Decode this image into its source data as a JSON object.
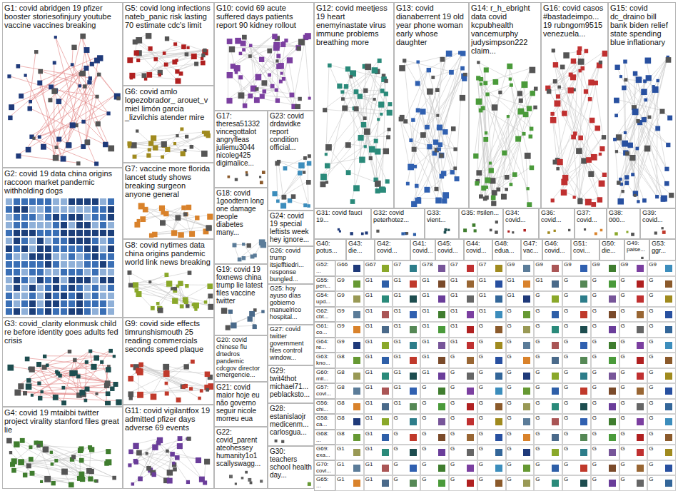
{
  "diagram": {
    "nodes": [
      {
        "text": [
          "G1: covid abridgen 19 pfizer booster storiesofinjury youtube vaccine vaccines breaking"
        ]
      },
      {
        "text": [
          "G2: covid 19 data china origins raccoon market pandemic withholding dogs"
        ]
      },
      {
        "text": [
          "G3: covid_clarity elonmusk child re before identity goes adults fed crisis"
        ]
      },
      {
        "text": [
          "G4: covid 19 mtaibbi twitter project virality stanford files great lie"
        ]
      },
      {
        "text": [
          "G5: covid long infections nateb_panic risk lasting 70 estimate cdc's limit"
        ]
      },
      {
        "text": [
          "G6: covid amlo lopezobrador_ arouet_v miel limón garcia _lizvilchis atender mire"
        ]
      },
      {
        "text": [
          "G7: vaccine more florida lancet study shows breaking surgeon anyone general"
        ]
      },
      {
        "text": [
          "G8: covid nytimes data china origins pandemic world link news breaking"
        ]
      },
      {
        "text": [
          "G9: covid side effects timrunshismouth 25 reading commercials seconds speed plaque"
        ]
      },
      {
        "text": [
          "G11: covid vigilantfox 19 admitted pfizer days adverse 69 events"
        ]
      },
      {
        "text": [
          "G10: covid 69 acute suffered days patients report 90 kidney rollout"
        ]
      },
      {
        "text": [
          "G17: theresa51332 vincegottalot angryfleas juliemu3044 nicoleg425 digimalice..."
        ]
      },
      {
        "text": [
          "G18: covid 1goodtern long one damage people diabetes many..."
        ]
      },
      {
        "text": [
          "G19: covid 19 foxnews china trump lie latest files vaccine twitter"
        ]
      },
      {
        "text": [
          "G20: covid chinese flu drtedros pandemic cdcgov director emergencie..."
        ]
      },
      {
        "text": [
          "G21: covid maior hoje eu não governo seguir nicole morreu eua"
        ]
      },
      {
        "text": [
          "G22: covid_parent ateohessey humanity1o1 scallyswagg..."
        ]
      },
      {
        "text": [
          "G23: covid drdavidke report condition official..."
        ]
      },
      {
        "text": [
          "G24: covid 19 special leftists week hey ignore..."
        ]
      },
      {
        "text": [
          "G26: covid trump itsjefftiedri... response bungled..."
        ]
      },
      {
        "text": [
          "G25: hoy ayuso días gobierno manuelrico hospital..."
        ]
      },
      {
        "text": [
          "G27: covid twitter government files control window..."
        ]
      },
      {
        "text": [
          "G29: twit4thot michael71... peblacksto..."
        ]
      },
      {
        "text": [
          "G28: estanislaojr medicenm... carlosgua..."
        ]
      },
      {
        "text": [
          "G30: teachers school health day..."
        ]
      },
      {
        "text": [
          "G12: covid meetjess 19 heart enemyinastate virus immune problems breathing more"
        ]
      },
      {
        "text": [
          "G13: covid dianaberrent 19 old year phone woman early whose daughter"
        ]
      },
      {
        "text": [
          "G14: r_h_ebright data covid kcpubhealth vancemurphy judysimpson222 claim..."
        ]
      },
      {
        "text": [
          "G16: covid casos #bastadeimpo... 19 rubngom9515 venezuela..."
        ]
      },
      {
        "text": [
          "G15: covid dc_draino bill bank biden relief state spending blue inflationary"
        ]
      },
      {
        "text": [
          "G31: covid fauci 19..."
        ]
      },
      {
        "text": [
          "G32: covid peterhotez..."
        ]
      },
      {
        "text": [
          "G33: vient..."
        ]
      },
      {
        "text": [
          "G35: #silen..."
        ]
      },
      {
        "text": [
          "G34: covid..."
        ]
      },
      {
        "text": [
          "G36: covid..."
        ]
      },
      {
        "text": [
          "G37: covid..."
        ]
      },
      {
        "text": [
          "G38: 000..."
        ]
      },
      {
        "text": [
          "G39: covid..."
        ]
      },
      {
        "text": [
          "G40: potus..."
        ]
      },
      {
        "text": [
          "G43: die..."
        ]
      },
      {
        "text": [
          "G42: covid..."
        ]
      },
      {
        "text": [
          "G41: covid..."
        ]
      },
      {
        "text": [
          "G45: covid..."
        ]
      },
      {
        "text": [
          "G44: covid..."
        ]
      },
      {
        "text": [
          "G48: edua..."
        ]
      },
      {
        "text": [
          "G47: vac..."
        ]
      },
      {
        "text": [
          "G46: covid..."
        ]
      },
      {
        "text": [
          "G51: covi..."
        ]
      },
      {
        "text": [
          "G50: die..."
        ]
      },
      {
        "text": [
          "G49: paise..."
        ]
      },
      {
        "text": [
          "G53: ggr..."
        ]
      },
      {
        "text": [
          "G52: ..."
        ]
      },
      {
        "text": [
          "G55: pen..."
        ]
      },
      {
        "text": [
          "G54: upd..."
        ]
      },
      {
        "text": [
          "G62: cbt..."
        ]
      },
      {
        "text": [
          "G61: co..."
        ]
      },
      {
        "text": [
          "G64: re..."
        ]
      },
      {
        "text": [
          "G63: kno..."
        ]
      },
      {
        "text": [
          "G60: mil..."
        ]
      },
      {
        "text": [
          "G57: covi..."
        ]
      },
      {
        "text": [
          "G56: chi..."
        ]
      },
      {
        "text": [
          "G58: ca..."
        ]
      },
      {
        "text": [
          "G68: ..."
        ]
      },
      {
        "text": [
          "G69: exa..."
        ]
      },
      {
        "text": [
          "G70: covi..."
        ]
      },
      {
        "text": [
          "G65: ..."
        ]
      }
    ],
    "labels": [
      "G66",
      "G67",
      "G7",
      "G78",
      "G7",
      "G7",
      "G9",
      "G9",
      "G9",
      "G9",
      "G9",
      "G9",
      "G9",
      "G1",
      "G1",
      "G1",
      "G1",
      "G1",
      "G1",
      "G1",
      "G",
      "G",
      "G",
      "G",
      "G9",
      "G1",
      "G1",
      "G1",
      "G1",
      "G1",
      "G1",
      "G",
      "G",
      "G",
      "G",
      "G",
      "G9",
      "G1",
      "G1",
      "G1",
      "G1",
      "G1",
      "G",
      "G",
      "G",
      "G",
      "G",
      "G",
      "G9",
      "G1",
      "G1",
      "G1",
      "G1",
      "G",
      "G",
      "G",
      "G",
      "G",
      "G",
      "G",
      "G9",
      "G1",
      "G1",
      "G1",
      "G1",
      "G",
      "G",
      "G",
      "G",
      "G",
      "G",
      "G",
      "G8",
      "G1",
      "G1",
      "G1",
      "G",
      "G",
      "G",
      "G",
      "G",
      "G",
      "G",
      "G",
      "G8",
      "G1",
      "G1",
      "G1",
      "G",
      "G",
      "G",
      "G",
      "G",
      "G",
      "G",
      "G",
      "G8",
      "G1",
      "G1",
      "G",
      "G",
      "G",
      "G",
      "G",
      "G",
      "G",
      "G",
      "G",
      "G8",
      "G1",
      "G1",
      "G",
      "G",
      "G",
      "G",
      "G",
      "G",
      "G",
      "G",
      "G",
      "G8",
      "G1",
      "G",
      "G",
      "G",
      "G",
      "G",
      "G",
      "G",
      "G",
      "G",
      "G",
      "G8",
      "G1",
      "G",
      "G",
      "G",
      "G",
      "G",
      "G",
      "G",
      "G",
      "G",
      "G",
      "G1",
      "G1",
      "G",
      "G",
      "G",
      "G",
      "G",
      "G",
      "G",
      "G",
      "G",
      "G",
      "G1",
      "G1",
      "G",
      "G",
      "G",
      "G",
      "G",
      "G",
      "G",
      "G",
      "G",
      "G",
      "G1",
      "G1",
      "G",
      "G",
      "G",
      "G",
      "G",
      "G",
      "G",
      "G",
      "G",
      "G"
    ]
  }
}
